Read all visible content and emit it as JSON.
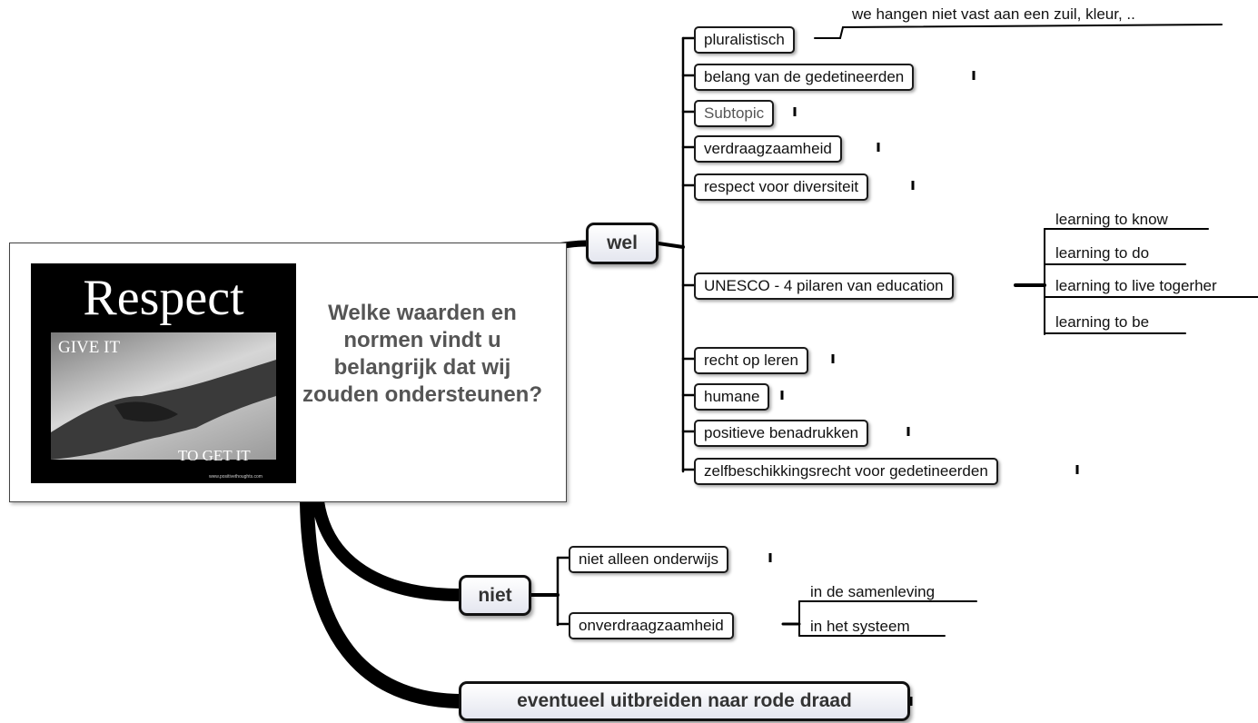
{
  "central": {
    "question": "Welke waarden en normen vindt u belangrijk dat wij zouden ondersteunen?",
    "image": {
      "title": "Respect",
      "line1": "GIVE IT",
      "line2": "TO GET IT",
      "site": "www.positivethoughts.com"
    }
  },
  "branches": {
    "wel": {
      "label": "wel",
      "children": {
        "pluralistisch": {
          "label": "pluralistisch",
          "note": "we hangen niet vast aan een zuil, kleur, .."
        },
        "belang": "belang van de gedetineerden",
        "subtopic": "Subtopic",
        "verdraagzaamheid": "verdraagzaamheid",
        "respect": "respect voor diversiteit",
        "unesco": {
          "label": "UNESCO - 4 pilaren van education",
          "pillars": [
            "learning to know",
            "learning to do",
            "learning to live togerher",
            "learning to be"
          ]
        },
        "recht": "recht op leren",
        "humane": "humane",
        "positieve": "positieve benadrukken",
        "zelfbeschikking": "zelfbeschikkingsrecht voor gedetineerden"
      }
    },
    "niet": {
      "label": "niet",
      "children": {
        "onderwijs": "niet alleen onderwijs",
        "onverdraagzaamheid": {
          "label": "onverdraagzaamheid",
          "leaves": [
            "in de samenleving",
            "in het systeem"
          ]
        }
      }
    },
    "eventueel": {
      "label": "eventueel uitbreiden naar rode draad"
    }
  }
}
